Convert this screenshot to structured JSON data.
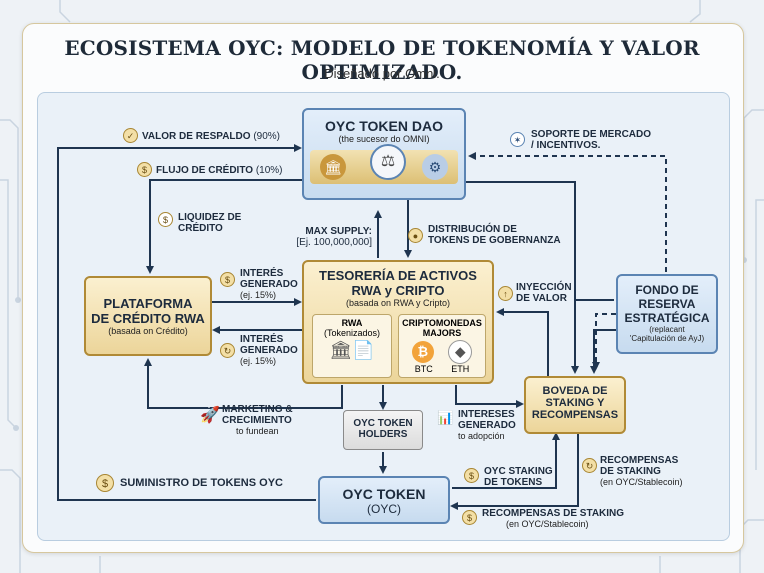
{
  "header": {
    "title": "ECOSISTEMA OYC: MODELO DE TOKENOMÍA Y VALOR OPTIMIZADO.",
    "subtitle": "Diseñado por Omni."
  },
  "dao": {
    "title": "OYC TOKEN DAO",
    "subtitle": "(the sucesor do OMNI)"
  },
  "treasury": {
    "title_line1": "TESORERÍA DE ACTIVOS",
    "title_line2": "RWA y CRIPTO",
    "subtitle": "(basada on RWA y Cripto)",
    "rwa_title": "RWA",
    "rwa_sub": "(Tokenizados)",
    "crypto_title_line1": "CRIPTOMONEDAS",
    "crypto_title_line2": "MAJORS",
    "btc_label": "BTC",
    "eth_label": "ETH"
  },
  "platform": {
    "title_line1": "PLATAFORMA",
    "title_line2": "DE CRÉDITO RWA",
    "subtitle": "(basada on Crédito)"
  },
  "reserve": {
    "title_line1": "FONDO DE",
    "title_line2": "RESERVA",
    "title_line3": "ESTRATÉGICA",
    "subtitle_line1": "(replacant",
    "subtitle_line2": "'Capitulación de AyJ)"
  },
  "staking": {
    "title_line1": "BOVEDA DE",
    "title_line2": "STAKING Y",
    "title_line3": "RECOMPENSAS"
  },
  "holders": {
    "line1": "OYC TOKEN",
    "line2": "HOLDERS"
  },
  "token": {
    "title": "OYC TOKEN",
    "subtitle": "(OYC)"
  },
  "labels": {
    "valor_respaldo": "VALOR DE RESPALDO",
    "valor_respaldo_pct": "(90%)",
    "flujo_credito": "FLUJO DE CRÉDITO",
    "flujo_credito_pct": "(10%)",
    "liquidez_line1": "LIQUIDEZ DE",
    "liquidez_line2": "CRÉDITO",
    "max_supply_line1": "MAX SUPPLY:",
    "max_supply_line2": "[Ej. 100,000,000]",
    "distribucion_line1": "DISTRIBUCIÓN DE",
    "distribucion_line2": "TOKENS DE GOBERNANZA",
    "soporte_line1": "SOPORTE DE MERCADO",
    "soporte_line2": "/ INCENTIVOS.",
    "interes1_line1": "INTERÉS",
    "interes1_line2": "GENERADO",
    "interes1_pct": "(ej. 15%)",
    "interes2_line1": "INTERÉS",
    "interes2_line2": "GENERADO",
    "interes2_pct": "(ej. 15%)",
    "inyeccion_line1": "INYECCIÓN",
    "inyeccion_line2": "DE VALOR",
    "marketing_line1": "MARKETING &",
    "marketing_line2": "CRECIMIENTO",
    "marketing_sub": "to fundean",
    "intereses_line1": "INTERESES",
    "intereses_line2": "GENERADO",
    "intereses_sub": "to adopción",
    "suministro": "SUMINISTRO DE TOKENS OYC",
    "oyc_staking_line1": "OYC STAKING",
    "oyc_staking_line2": "DE TOKENS",
    "recompensas_right_line1": "RECOMPENSAS",
    "recompensas_right_line2": "DE STAKING",
    "recompensas_right_sub": "(en OYC/Stablecoin)",
    "recompensas_bottom": "RECOMPENSAS DE STAKING",
    "recompensas_bottom_sub": "(en OYC/Stablecoin)"
  },
  "colors": {
    "arrow": "#1f3550",
    "blue_border": "#5b84b3",
    "gold_border": "#b08a36",
    "btc": "#f2a33a",
    "eth": "#6b6b7a"
  }
}
